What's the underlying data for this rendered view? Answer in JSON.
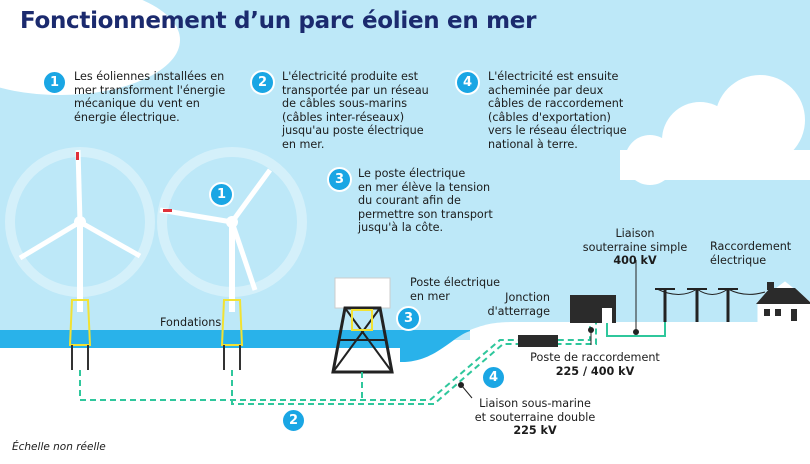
{
  "title": "Fonctionnement d’un parc éolien en mer",
  "steps": [
    {
      "num": "1",
      "text": "Les éoliennes installées en\nmer transforment l'énergie\nmécanique du vent en\nénergie électrique."
    },
    {
      "num": "2",
      "text": "L'électricité produite est\ntransportée par un réseau\nde câbles sous-marins\n(câbles inter-réseaux)\njusqu'au poste électrique\nen mer."
    },
    {
      "num": "3",
      "text": "Le poste électrique\nen mer élève la tension\ndu courant afin de\npermettre son transport\njusqu'à la côte."
    },
    {
      "num": "4",
      "text": "L'électricité est ensuite\nacheminée par deux\ncâbles de raccordement\n(câbles d'exportation)\nvers le réseau électrique\nnational à terre."
    }
  ],
  "labels": {
    "fondations": "Fondations",
    "poste_mer": "Poste électrique\nen mer",
    "jonction": "Jonction\nd'atterrage",
    "liaison_simple": "Liaison\nsouterraine simple",
    "liaison_simple_kv": "400 kV",
    "raccordement": "Raccordement\nélectrique",
    "poste_raccordement": "Poste de raccordement",
    "poste_raccordement_kv": "225 / 400 kV",
    "liaison_double": "Liaison sous-marine\net souterraine double",
    "liaison_double_kv": "225 kV",
    "echelle": "Échelle non réelle"
  },
  "colors": {
    "sky": "#bde8f8",
    "sea": "#29b2ea",
    "badge": "#1aa6e4",
    "cable": "#2fc79c",
    "title": "#1b2a6e"
  }
}
